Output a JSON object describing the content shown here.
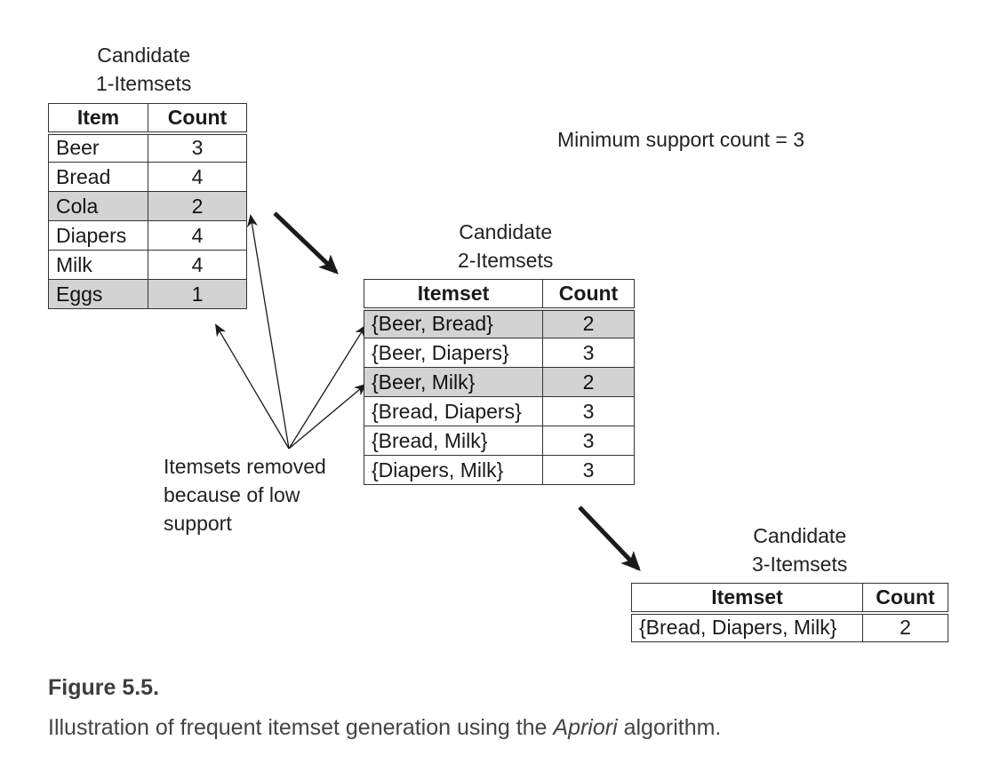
{
  "min_support": "Minimum support count = 3",
  "table1": {
    "caption_line1": "Candidate",
    "caption_line2": "1-Itemsets",
    "col_item": "Item",
    "col_count": "Count",
    "rows": [
      {
        "item": "Beer",
        "count": "3",
        "removed": false
      },
      {
        "item": "Bread",
        "count": "4",
        "removed": false
      },
      {
        "item": "Cola",
        "count": "2",
        "removed": true
      },
      {
        "item": "Diapers",
        "count": "4",
        "removed": false
      },
      {
        "item": "Milk",
        "count": "4",
        "removed": false
      },
      {
        "item": "Eggs",
        "count": "1",
        "removed": true
      }
    ]
  },
  "table2": {
    "caption_line1": "Candidate",
    "caption_line2": "2-Itemsets",
    "col_item": "Itemset",
    "col_count": "Count",
    "rows": [
      {
        "item": "{Beer, Bread}",
        "count": "2",
        "removed": true
      },
      {
        "item": "{Beer, Diapers}",
        "count": "3",
        "removed": false
      },
      {
        "item": "{Beer, Milk}",
        "count": "2",
        "removed": true
      },
      {
        "item": "{Bread, Diapers}",
        "count": "3",
        "removed": false
      },
      {
        "item": "{Bread, Milk}",
        "count": "3",
        "removed": false
      },
      {
        "item": "{Diapers, Milk}",
        "count": "3",
        "removed": false
      }
    ]
  },
  "table3": {
    "caption_line1": "Candidate",
    "caption_line2": "3-Itemsets",
    "col_item": "Itemset",
    "col_count": "Count",
    "rows": [
      {
        "item": "{Bread, Diapers, Milk}",
        "count": "2",
        "removed": false
      }
    ]
  },
  "removed_note": {
    "line1": "Itemsets removed",
    "line2": "because of low",
    "line3": "support"
  },
  "figure": {
    "title": "Figure 5.5.",
    "caption_prefix": "Illustration of frequent itemset generation using the ",
    "caption_italic": "Apriori",
    "caption_suffix": " algorithm."
  },
  "colors": {
    "removed_fill": "#d3d3d3",
    "border": "#333333",
    "arrow": "#1a1a1a"
  }
}
